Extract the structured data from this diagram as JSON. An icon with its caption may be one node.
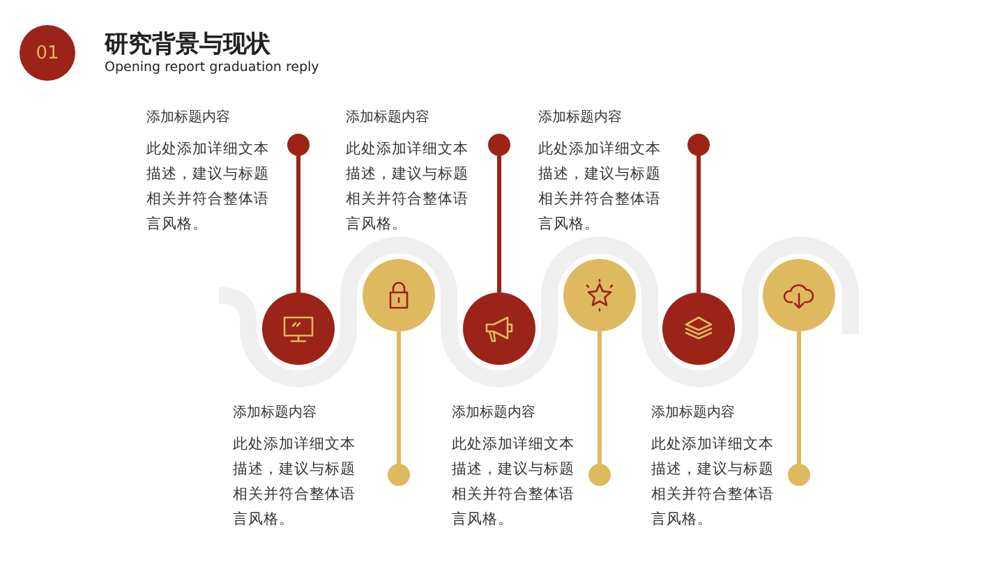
{
  "diagram": {
    "title": "研究背景与现状",
    "nodes": [
      {
        "text": [
          "01"
        ]
      },
      {
        "text": [
          "添加标题内容",
          "此处添加详细文本描述，建议与标题相关并符合整体语言风格。"
        ]
      },
      {
        "text": [
          "添加标题内容",
          "此处添加详细文本描述，建议与标题相关并符合整体语言风格。"
        ]
      },
      {
        "text": [
          "添加标题内容",
          "此处添加详细文本描述，建议与标题相关并符合整体语言风格。"
        ]
      },
      {
        "text": [],
        "shape": "circle"
      },
      {
        "text": [],
        "shape": "circle"
      },
      {
        "text": [],
        "shape": "circle"
      },
      {
        "text": [],
        "shape": "circle"
      },
      {
        "text": [],
        "shape": "circle"
      },
      {
        "text": [],
        "shape": "circle"
      },
      {
        "text": [
          "添加标题内容",
          "此处添加详细文本描述，建议与标题相关并符合整体语言风格。"
        ]
      },
      {
        "text": [
          "添加标题内容",
          "此处添加详细文本描述，建议与标题相关并符合整体语言风格。"
        ]
      },
      {
        "text": [
          "添加标题内容",
          "此处添加详细文本描述，建议与标题相关并符合整体语言风格。"
        ]
      }
    ],
    "edges": [
      {
        "from": 4,
        "to": 1,
        "arrow": "other"
      },
      {
        "from": 5,
        "to": 10,
        "arrow": "other",
        "color": "#dfb960"
      },
      {
        "from": 6,
        "to": 2,
        "arrow": "other"
      },
      {
        "from": 7,
        "to": 11,
        "arrow": "other",
        "color": "#dfb960"
      },
      {
        "from": 8,
        "to": 3,
        "arrow": "other"
      },
      {
        "from": 9,
        "to": 12,
        "arrow": "other",
        "color": "#dfb960"
      }
    ],
    "labels": [
      "Opening report graduation reply"
    ]
  }
}
